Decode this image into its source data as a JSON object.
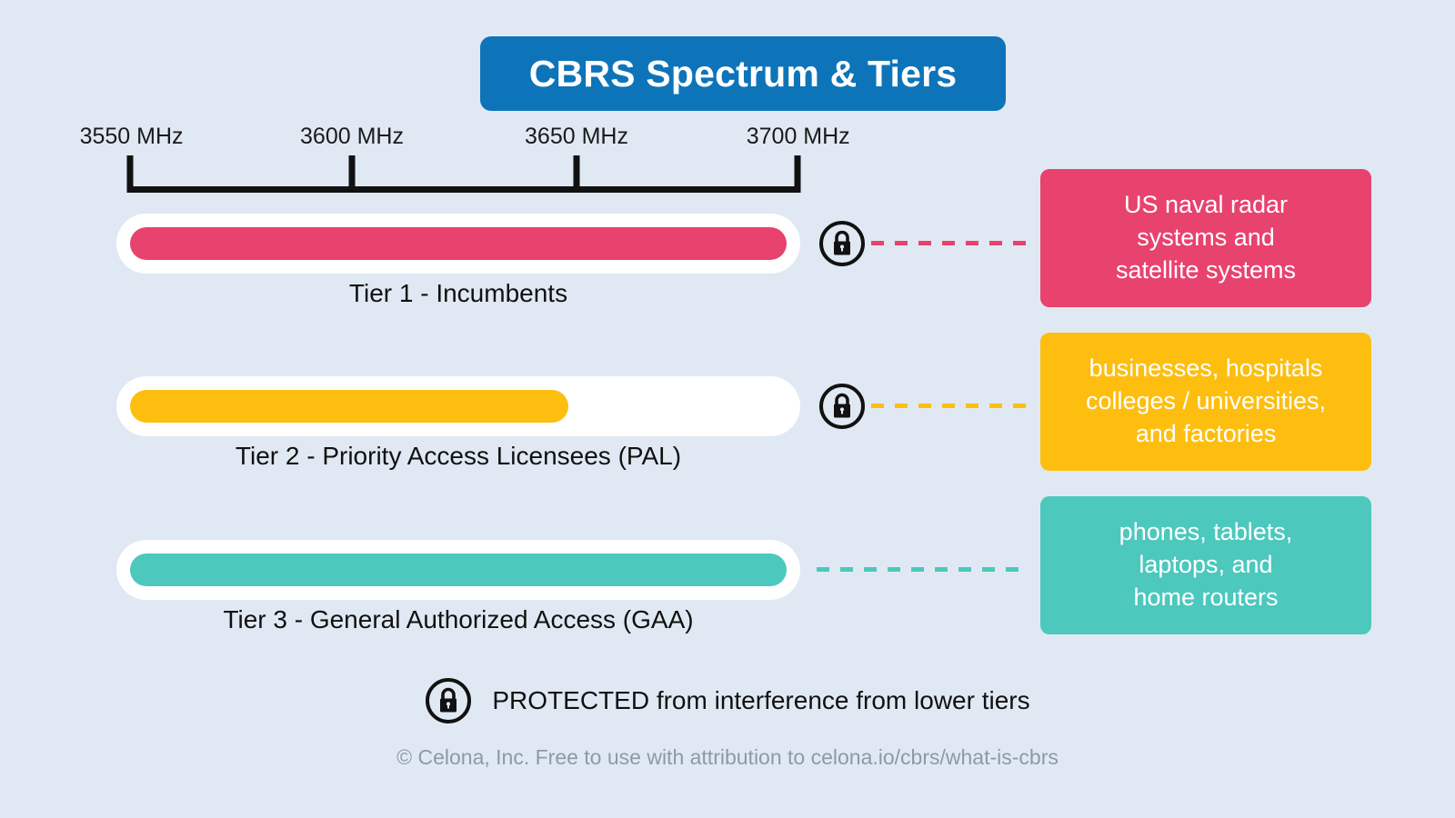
{
  "page": {
    "background_color": "#e0e9f3",
    "title": "CBRS Spectrum & Tiers",
    "title_badge_color": "#0d74b9"
  },
  "scale": {
    "unit": "MHz",
    "ticks": [
      {
        "label": "3550 MHz",
        "value": 3550
      },
      {
        "label": "3600 MHz",
        "value": 3600
      },
      {
        "label": "3650 MHz",
        "value": 3650
      },
      {
        "label": "3700 MHz",
        "value": 3700
      }
    ],
    "range_start": 3550,
    "range_end": 3700
  },
  "tiers": [
    {
      "label": "Tier 1 - Incumbents",
      "color": "#e8426e",
      "band_start": 3550,
      "band_end": 3700,
      "fill_percent": 100,
      "protected": true,
      "lock_icon": "lock-icon",
      "callout": "US naval radar systems and satellite systems",
      "callout_lines": [
        "US naval radar",
        "systems and",
        "satellite systems"
      ]
    },
    {
      "label": "Tier 2 - Priority Access Licensees (PAL)",
      "color": "#fdbe10",
      "band_start": 3550,
      "band_end": 3650,
      "fill_percent": 66.7,
      "protected": true,
      "lock_icon": "lock-icon",
      "callout": "businesses, hospitals colleges / universities, and factories",
      "callout_lines": [
        "businesses, hospitals",
        "colleges / universities,",
        "and factories"
      ]
    },
    {
      "label": "Tier 3 - General Authorized Access (GAA)",
      "color": "#4cc8bd",
      "band_start": 3550,
      "band_end": 3700,
      "fill_percent": 100,
      "protected": false,
      "lock_icon": null,
      "callout": "phones, tablets, laptops, and home routers",
      "callout_lines": [
        "phones, tablets,",
        "laptops, and",
        "home routers"
      ]
    }
  ],
  "legend": {
    "icon": "lock-icon",
    "text": "PROTECTED from interference from lower tiers"
  },
  "footer": {
    "text": "© Celona, Inc. Free to use with attribution to celona.io/cbrs/what-is-cbrs"
  }
}
